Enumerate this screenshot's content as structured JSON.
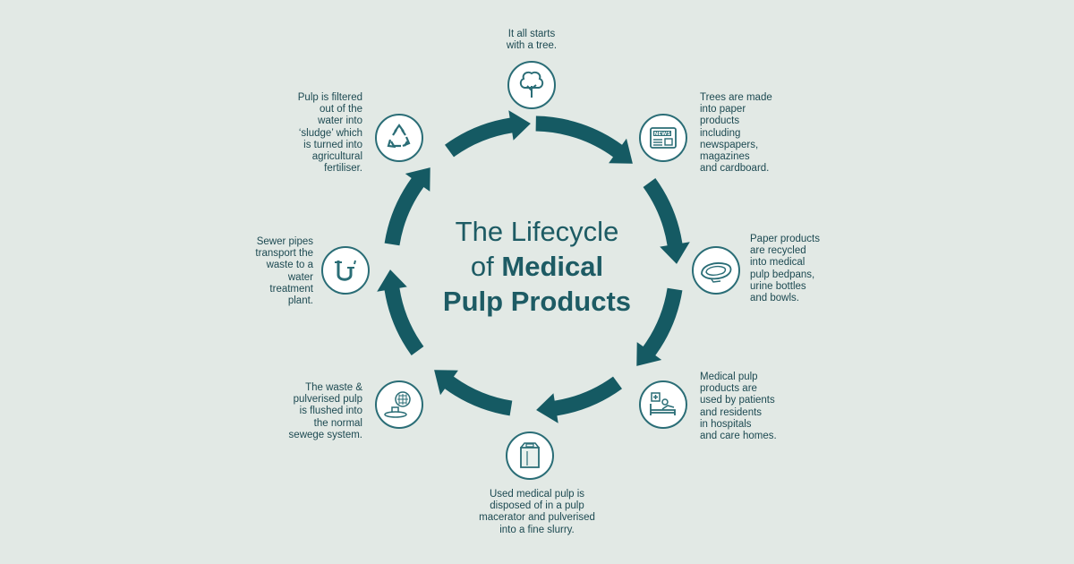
{
  "title": {
    "line1": "The Lifecycle",
    "line2_prefix": "of ",
    "line2_bold": "Medical",
    "line3": "Pulp Products"
  },
  "steps": [
    {
      "icon": "tree-icon",
      "text": "It all starts\nwith a tree."
    },
    {
      "icon": "newspaper-icon",
      "text": "Trees are made\ninto paper\nproducts\nincluding\nnewspapers,\nmagazines\nand cardboard."
    },
    {
      "icon": "bedpan-icon",
      "text": "Paper products\nare recycled\ninto medical\npulp bedpans,\nurine bottles\nand bowls."
    },
    {
      "icon": "hospital-bed-icon",
      "text": "Medical pulp\nproducts are\nused by patients\nand residents\nin hospitals\nand care homes."
    },
    {
      "icon": "macerator-icon",
      "text": "Used medical pulp is\ndisposed of in a pulp\nmacerator and pulverised\ninto a fine slurry."
    },
    {
      "icon": "toilet-drain-icon",
      "text": "The waste &\npulverised pulp\nis flushed into\nthe normal\nsewege system."
    },
    {
      "icon": "pipe-icon",
      "text": "Sewer pipes\ntransport the\nwaste to a\nwater\ntreatment\nplant."
    },
    {
      "icon": "recycle-icon",
      "text": "Pulp is filtered\nout of the\nwater into\n‘sludge’ which\nis turned into\nagricultural\nfertiliser."
    }
  ],
  "colors": {
    "background": "#e2e9e5",
    "arrow": "#155a63",
    "text": "#1d4a52",
    "icon_border": "#2a6d76"
  }
}
